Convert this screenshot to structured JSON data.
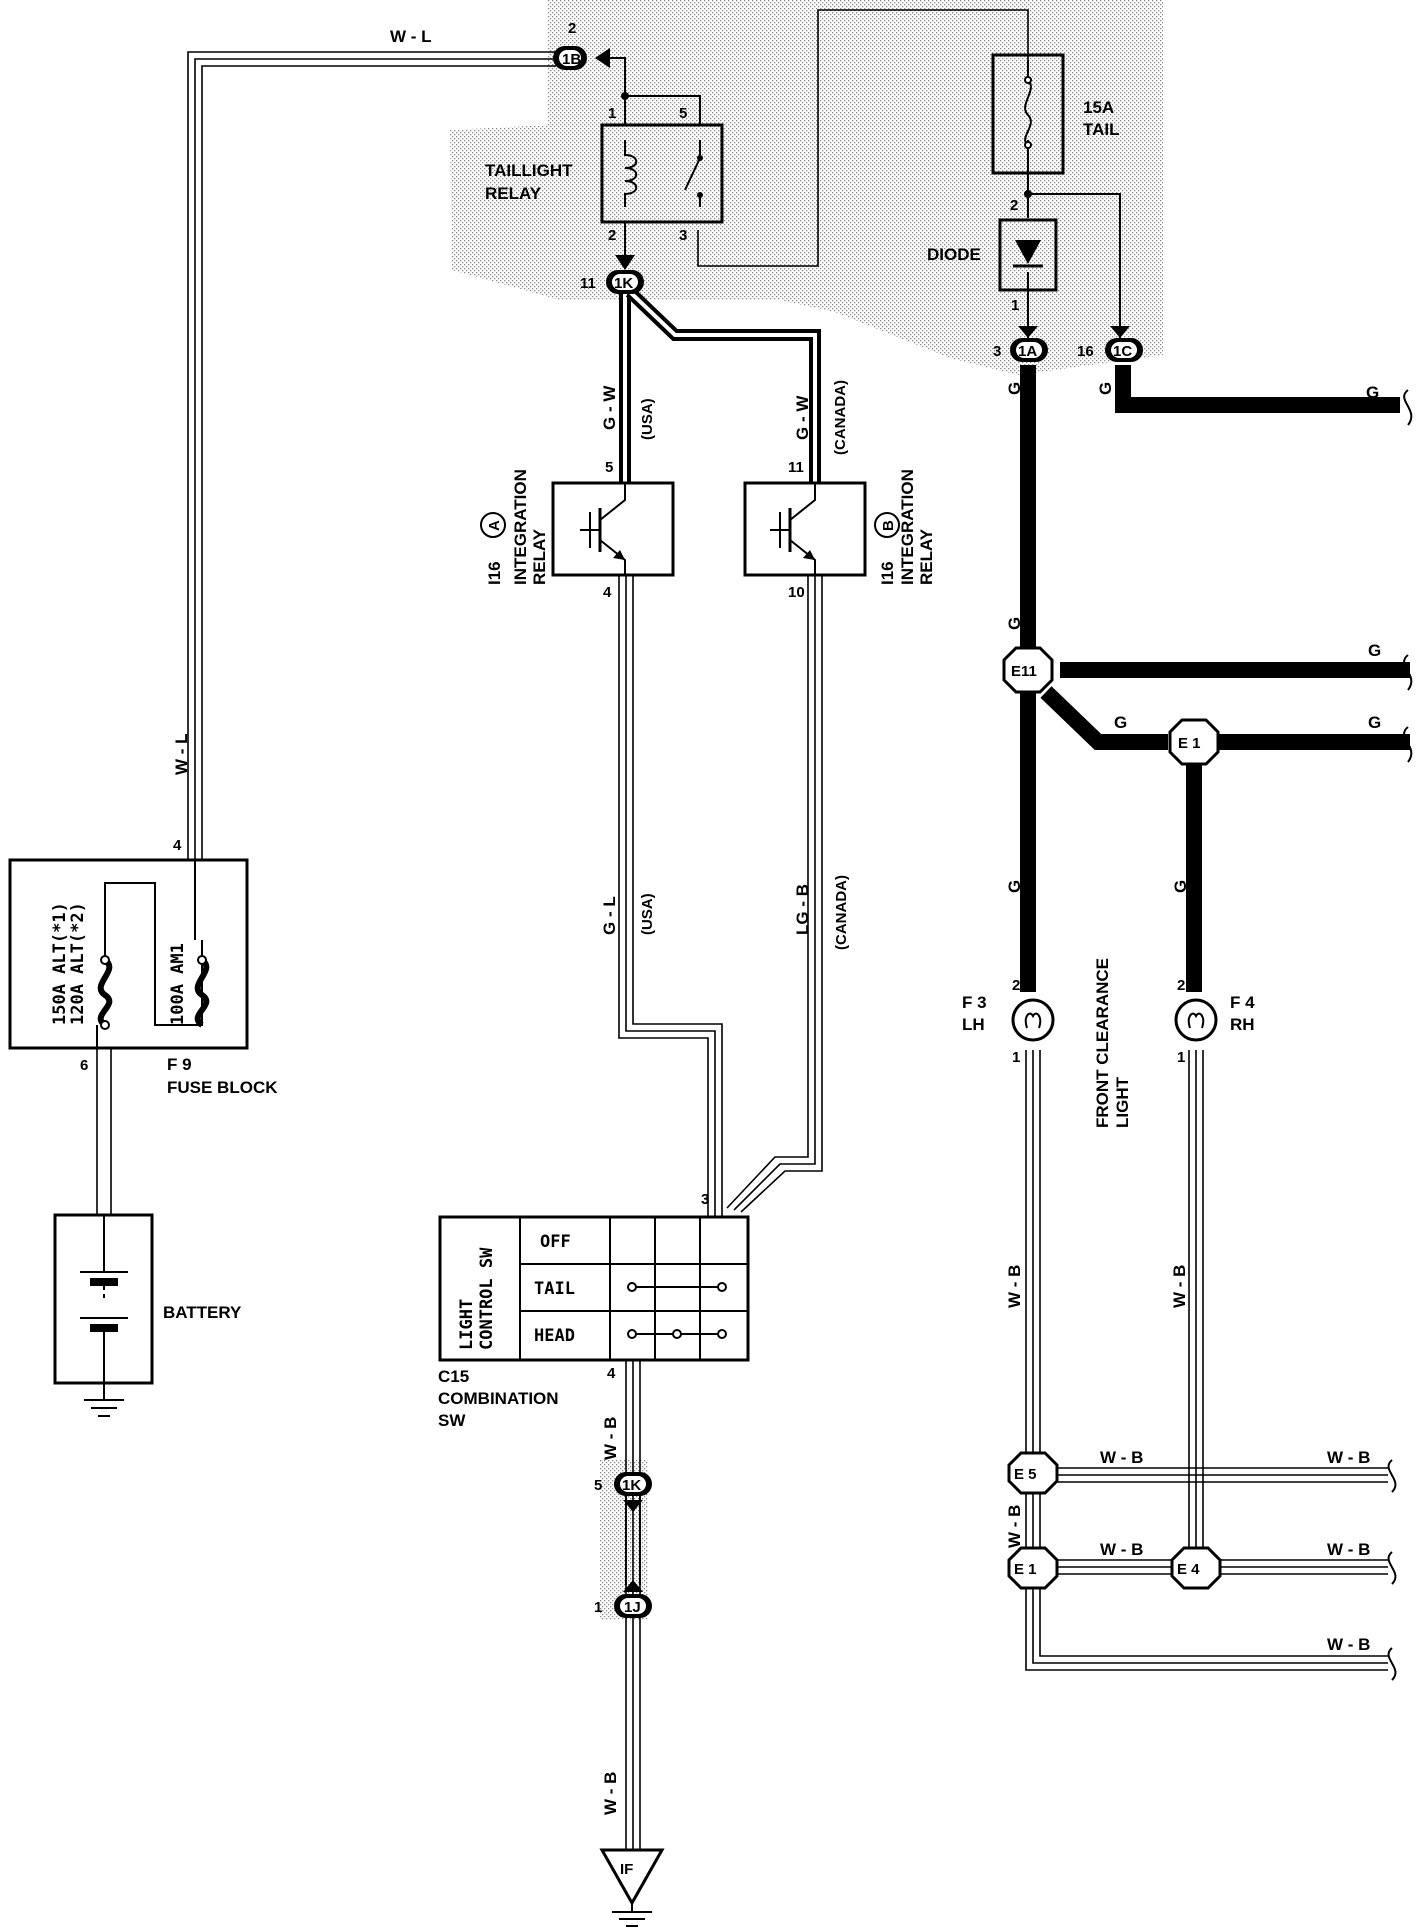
{
  "wire_colors": {
    "w_l_top": "W - L",
    "w_l_side": "W - L",
    "g_w_usa": "G - W",
    "g_w_canada": "G - W",
    "g_l_usa": "G - L",
    "lg_b_canada": "LG - B",
    "w_b_c15": "W - B",
    "w_b_ground": "W - B",
    "g_1a": "G",
    "g_1c": "G",
    "g_right_top": "G",
    "g_e11_up": "G",
    "g_e11_right": "G",
    "g_e11_e1": "G",
    "g_e1_right": "G",
    "g_f3": "G",
    "g_f4": "G",
    "w_b_f3": "W - B",
    "w_b_f4": "W - B",
    "w_b_e5_left": "W - B",
    "w_b_e5_right": "W - B",
    "w_b_e1_mid": "W - B",
    "w_b_e1_right": "W - B",
    "w_b_e5_e1": "W - B",
    "w_b_bottom": "W - B"
  },
  "region_notes": {
    "usa_1": "(USA)",
    "canada_1": "(CANADA)",
    "usa_2": "(USA)",
    "canada_2": "(CANADA)"
  },
  "taillight_relay": {
    "label_line1": "TAILLIGHT",
    "label_line2": "RELAY",
    "pin1": "1",
    "pin2": "2",
    "pin3": "3",
    "pin5": "5"
  },
  "fuse_tail": {
    "label_line1": "15A",
    "label_line2": "TAIL",
    "pin2": "2"
  },
  "diode": {
    "label": "DIODE",
    "pin1": "1"
  },
  "connectors": {
    "c1b": {
      "id": "1B",
      "pin": "2"
    },
    "c1k_top": {
      "id": "1K",
      "pin": "11"
    },
    "c1a": {
      "id": "1A",
      "pin": "3"
    },
    "c1c": {
      "id": "1C",
      "pin": "16"
    },
    "c1k_bottom": {
      "id": "1K",
      "pin": "5"
    },
    "c1j": {
      "id": "1J",
      "pin": "1"
    }
  },
  "integration_relay_a": {
    "code": "I16",
    "mark": "A",
    "line1": "INTEGRATION",
    "line2": "RELAY",
    "pin_in": "5",
    "pin_out": "4"
  },
  "integration_relay_b": {
    "code": "I16",
    "mark": "B",
    "line1": "INTEGRATION",
    "line2": "RELAY",
    "pin_in": "11",
    "pin_out": "10"
  },
  "fuse_block": {
    "fuse1_line1": "150A ALT(*1)",
    "fuse1_line2": "120A ALT(*2)",
    "fuse2": "100A AM1",
    "pin_top": "4",
    "pin_bottom": "6",
    "label_line1": "F 9",
    "label_line2": "FUSE BLOCK"
  },
  "battery": {
    "label": "BATTERY"
  },
  "combination_sw": {
    "title_line1": "LIGHT",
    "title_line2": "CONTROL SW",
    "rows": [
      "OFF",
      "TAIL",
      "HEAD"
    ],
    "pin_in": "3",
    "pin_out": "4",
    "label_line1": "C15",
    "label_line2": "COMBINATION",
    "label_line3": "SW"
  },
  "junctions": {
    "e11": "E11",
    "e1_upper": "E 1",
    "e5": "E 5",
    "e1_lower": "E 1",
    "e4": "E 4"
  },
  "front_clearance": {
    "line1": "FRONT CLEARANCE",
    "line2": "LIGHT",
    "lh_code": "F 3",
    "lh_side": "LH",
    "rh_code": "F 4",
    "rh_side": "RH",
    "lh_pin_top": "2",
    "lh_pin_bottom": "1",
    "rh_pin_top": "2",
    "rh_pin_bottom": "1"
  },
  "ground_point": {
    "label": "IF"
  }
}
